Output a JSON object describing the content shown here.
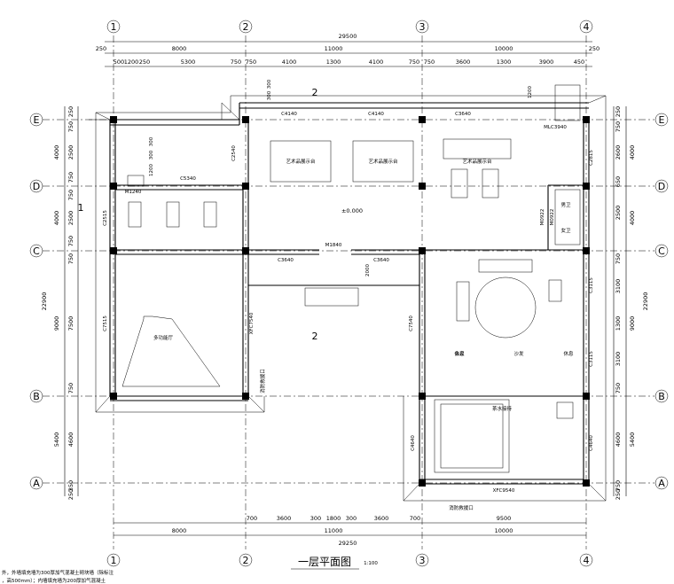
{
  "title": {
    "main": "一层平面图",
    "scale": "1:100"
  },
  "grid_cols": [
    "1",
    "2",
    "3",
    "4"
  ],
  "grid_rows": [
    "E",
    "D",
    "C",
    "B",
    "A"
  ],
  "dims_top_total": "29500",
  "dims_top_axes": [
    "8000",
    "11000",
    "10000"
  ],
  "dims_top_detail": [
    "500",
    "1200",
    "250",
    "5300",
    "750",
    "750",
    "4100",
    "1300",
    "4100",
    "750",
    "750",
    "3600",
    "1300",
    "3900",
    "450"
  ],
  "dims_top_edge": [
    "250",
    "250"
  ],
  "dims_bottom_total": "29250",
  "dims_bottom_axes": [
    "8000",
    "11000",
    "10000"
  ],
  "dims_bottom_detail": [
    "700",
    "3600",
    "300",
    "1800",
    "300",
    "3600",
    "700",
    "9500"
  ],
  "dims_left_axes": [
    "4000",
    "4000",
    "9000",
    "5400"
  ],
  "dims_left_total": "22900",
  "dims_left_detail": [
    "250",
    "750",
    "2500",
    "750",
    "750",
    "2500",
    "750",
    "750",
    "7500",
    "750",
    "4600",
    "350",
    "250"
  ],
  "dims_right_axes": [
    "4000",
    "4000",
    "9000",
    "5400"
  ],
  "dims_right_total": "22900",
  "dims_right_detail": [
    "250",
    "750",
    "2600",
    "650",
    "2500",
    "750",
    "3100",
    "1300",
    "3100",
    "750",
    "4600",
    "750",
    "250"
  ],
  "windows": [
    "C4140",
    "C4140",
    "C3640",
    "C5340",
    "C2540",
    "C2815",
    "C2515",
    "C7515",
    "C3640",
    "C3640",
    "C3115",
    "C3115",
    "C4640",
    "C4640",
    "C7540",
    "XFC7540",
    "XFC9540",
    "MLC3940"
  ],
  "doors": [
    "M1240",
    "M1840",
    "M0922",
    "M0922"
  ],
  "room_labels": [
    "艺术品展示台",
    "艺术品展示台",
    "艺术品展示台",
    "男卫",
    "女卫",
    "会议",
    "沙发",
    "茶水接待",
    "休息",
    "休息",
    "多功能厅"
  ],
  "elevation": "±0.000",
  "stair_dims": [
    "300",
    "300",
    "1200",
    "300",
    "300",
    "2000",
    "1200"
  ],
  "section_marks": [
    "1",
    "2",
    "2"
  ],
  "fire_labels": [
    "消防救援口",
    "消防救援口"
  ],
  "notes": [
    "外，外墙填充墙为300厚加气混凝土砌块墙（除标注",
    "，高500mm）；内墙填充墙为200厚加气混凝土"
  ]
}
